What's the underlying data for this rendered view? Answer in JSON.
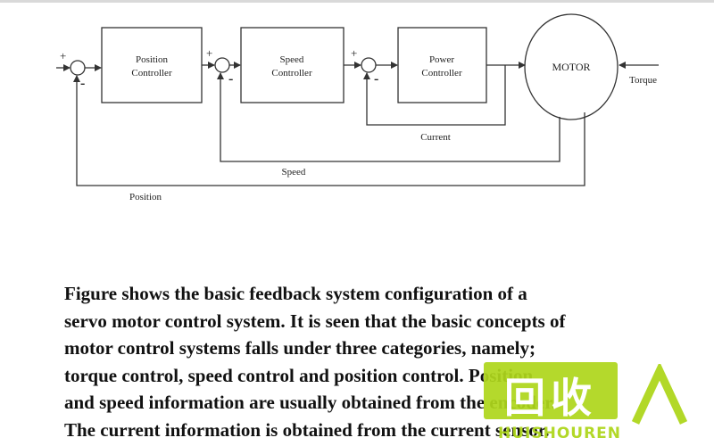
{
  "diagram": {
    "blocks": {
      "position_controller": [
        "Position",
        "Controller"
      ],
      "speed_controller": [
        "Speed",
        "Controller"
      ],
      "power_controller": [
        "Power",
        "Controller"
      ],
      "motor": "MOTOR"
    },
    "signals": {
      "torque": "Torque",
      "current": "Current",
      "speed": "Speed",
      "position": "Position"
    },
    "summing_signs": {
      "plus": "+",
      "minus": "-"
    }
  },
  "paragraph": {
    "lines": [
      "Figure shows the basic feedback system configuration of a",
      "servo motor control system. It is seen that the basic concepts of",
      "motor control systems falls under three categories, namely;",
      "torque control, speed control and position control. Position",
      "and speed information are usually obtained from the encoder.",
      "The current information is obtained from the current sensor."
    ]
  },
  "watermark": {
    "logo_text": "回收",
    "brand": "HUISHOUREN"
  },
  "colors": {
    "line": "#333333",
    "text": "#111111",
    "watermark_green": "#aed61c"
  }
}
